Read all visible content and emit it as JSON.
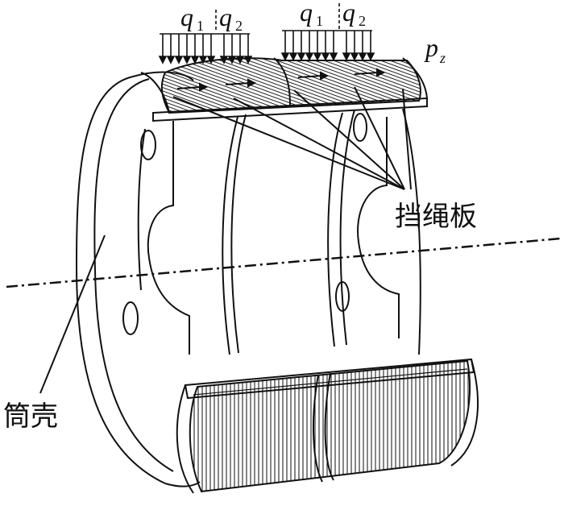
{
  "labels": {
    "load_group_left": {
      "q1": "q",
      "q1_sub": "1",
      "q2": "q",
      "q2_sub": "2"
    },
    "load_group_right": {
      "q1": "q",
      "q1_sub": "1",
      "q2": "q",
      "q2_sub": "2"
    },
    "pz": "p",
    "pz_sub": "z",
    "rope_plate": "挡绳板",
    "shell": "筒壳"
  }
}
